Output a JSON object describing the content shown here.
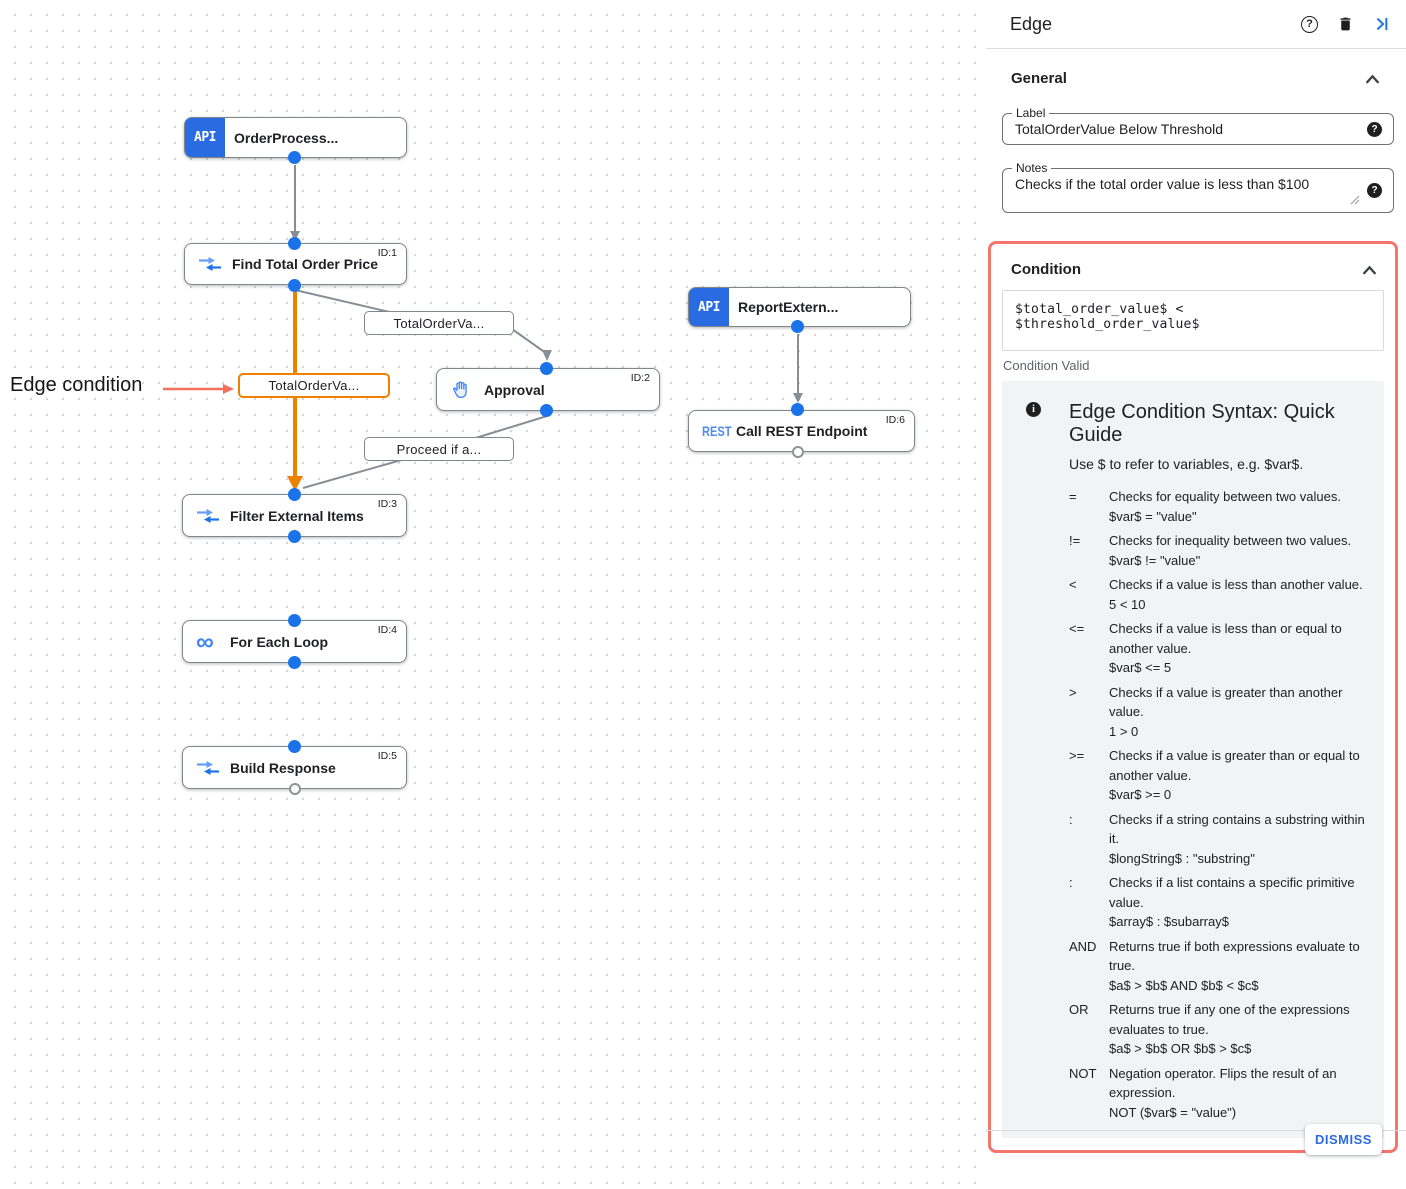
{
  "canvas": {
    "annotation": {
      "label": "Edge condition"
    },
    "icons": {
      "api": "API",
      "rest": "REST",
      "loop": "∞"
    },
    "nodes": [
      {
        "title": "OrderProcess...",
        "id": ""
      },
      {
        "title": "Find Total Order Price",
        "id": "ID:1"
      },
      {
        "title": "Approval",
        "id": "ID:2"
      },
      {
        "title": "ReportExtern...",
        "id": ""
      },
      {
        "title": "Call REST Endpoint",
        "id": "ID:6"
      },
      {
        "title": "Filter External Items",
        "id": "ID:3"
      },
      {
        "title": "For Each Loop",
        "id": "ID:4"
      },
      {
        "title": "Build Response",
        "id": "ID:5"
      }
    ],
    "edge_labels": [
      {
        "text": "TotalOrderVa..."
      },
      {
        "text": "TotalOrderVa..."
      },
      {
        "text": "Proceed if a..."
      }
    ]
  },
  "panel": {
    "title": "Edge",
    "general": {
      "section_label": "General",
      "label_field": {
        "label": "Label",
        "value": "TotalOrderValue Below Threshold"
      },
      "notes_field": {
        "label": "Notes",
        "value": "Checks if the total order value is less than $100"
      }
    },
    "condition": {
      "section_label": "Condition",
      "expression": "$total_order_value$ < $threshold_order_value$",
      "status": "Condition Valid",
      "guide_title": "Edge Condition Syntax: Quick Guide",
      "guide_subtitle": "Use $ to refer to variables, e.g. $var$.",
      "rows": [
        {
          "op": "=",
          "desc": "Checks for equality between two values.",
          "example": "$var$ = \"value\""
        },
        {
          "op": "!=",
          "desc": "Checks for inequality between two values.",
          "example": "$var$ != \"value\""
        },
        {
          "op": "<",
          "desc": "Checks if a value is less than another value.",
          "example": "5 < 10"
        },
        {
          "op": "<=",
          "desc": "Checks if a value is less than or equal to\nanother value.",
          "example": "$var$ <= 5"
        },
        {
          "op": ">",
          "desc": "Checks if a value is greater than another\nvalue.",
          "example": "1 > 0"
        },
        {
          "op": ">=",
          "desc": "Checks if a value is greater than or equal to\nanother value.",
          "example": "$var$ >= 0"
        },
        {
          "op": ":",
          "desc": "Checks if a string contains a substring within\nit.",
          "example": "$longString$ : \"substring\""
        },
        {
          "op": ":",
          "desc": "Checks if a list contains a specific primitive\nvalue.",
          "example": "$array$ : $subarray$"
        },
        {
          "op": "AND",
          "desc": "Returns true if both expressions evaluate to\ntrue.",
          "example": "$a$ > $b$ AND $b$ < $c$"
        },
        {
          "op": "OR",
          "desc": "Returns true if any one of the expressions\nevaluates to true.",
          "example": "$a$ > $b$ OR $b$ > $c$"
        },
        {
          "op": "NOT",
          "desc": "Negation operator. Flips the result of an\nexpression.",
          "example": "NOT ($var$ = \"value\")"
        }
      ]
    },
    "dismiss_label": "DISMISS"
  },
  "colors": {
    "accent_blue": "#1a73e8",
    "edge_orange": "#ee8100",
    "highlight_red": "#f3756c"
  }
}
